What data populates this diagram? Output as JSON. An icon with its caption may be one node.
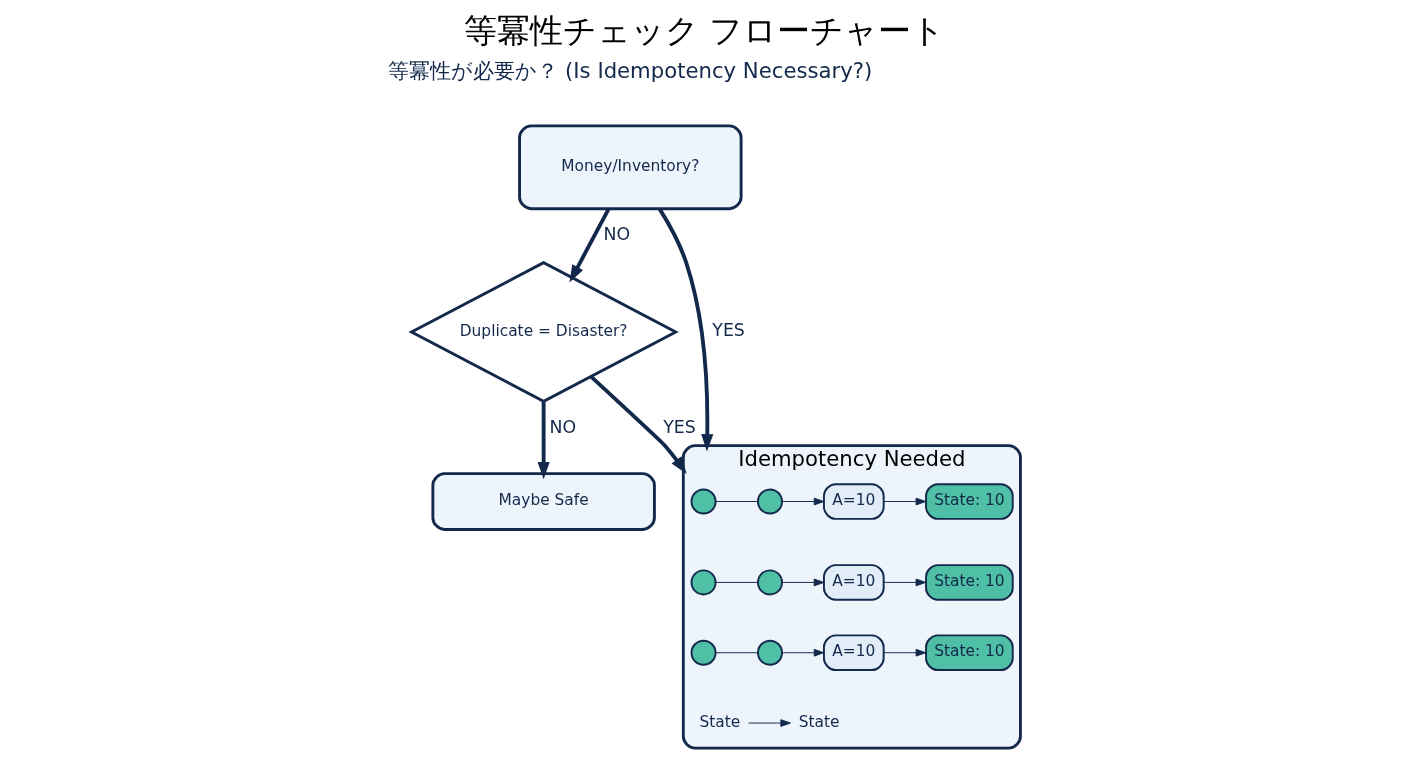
{
  "diagram": {
    "title": "等冪性チェック フローチャート",
    "nodes": [
      {
        "text": [
          "Money/Inventory?"
        ]
      },
      {
        "text": [
          "Duplicate = Disaster?"
        ]
      },
      {
        "text": [
          "Idempotency Needed"
        ]
      },
      {
        "text": [
          "Maybe Safe"
        ]
      },
      {
        "text": [],
        "shape": "circle",
        "in": 2
      },
      {
        "text": [],
        "shape": "circle",
        "in": 2
      },
      {
        "text": [
          "A=10"
        ],
        "in": 2
      },
      {
        "text": [
          "State: 10"
        ],
        "in": 2
      },
      {
        "text": [],
        "shape": "circle",
        "in": 2
      },
      {
        "text": [],
        "shape": "circle",
        "in": 2
      },
      {
        "text": [
          "A=10"
        ],
        "in": 2
      },
      {
        "text": [
          "State: 10"
        ],
        "in": 2
      },
      {
        "text": [],
        "shape": "circle",
        "in": 2
      },
      {
        "text": [],
        "shape": "circle",
        "in": 2
      },
      {
        "text": [
          "A=10"
        ],
        "in": 2
      },
      {
        "text": [
          "State: 10"
        ],
        "in": 2
      },
      {
        "text": [
          "State"
        ],
        "in": 2
      },
      {
        "text": [
          "State"
        ],
        "in": 2
      }
    ],
    "edges": [
      {
        "from": 0,
        "to": 1,
        "label": "NO",
        "arrow": "to",
        "style": "thick"
      },
      {
        "from": 0,
        "to": 2,
        "label": "YES",
        "arrow": "to",
        "style": "thick"
      },
      {
        "from": 1,
        "to": 3,
        "label": "NO",
        "arrow": "to",
        "style": "thick"
      },
      {
        "from": 1,
        "to": 2,
        "label": "YES",
        "arrow": "to",
        "style": "thick"
      },
      {
        "from": 4,
        "to": 5,
        "arrow": "none"
      },
      {
        "from": 5,
        "to": 6,
        "arrow": "to"
      },
      {
        "from": 6,
        "to": 7,
        "arrow": "to"
      },
      {
        "from": 8,
        "to": 9,
        "arrow": "none"
      },
      {
        "from": 9,
        "to": 10,
        "arrow": "to"
      },
      {
        "from": 10,
        "to": 11,
        "arrow": "to"
      },
      {
        "from": 12,
        "to": 13,
        "arrow": "none"
      },
      {
        "from": 13,
        "to": 14,
        "arrow": "to"
      },
      {
        "from": 14,
        "to": 15,
        "arrow": "to"
      },
      {
        "from": 16,
        "to": 17,
        "arrow": "to"
      }
    ],
    "labels": [
      "等冪性が必要か？ (Is Idempotency Necessary?)"
    ]
  }
}
